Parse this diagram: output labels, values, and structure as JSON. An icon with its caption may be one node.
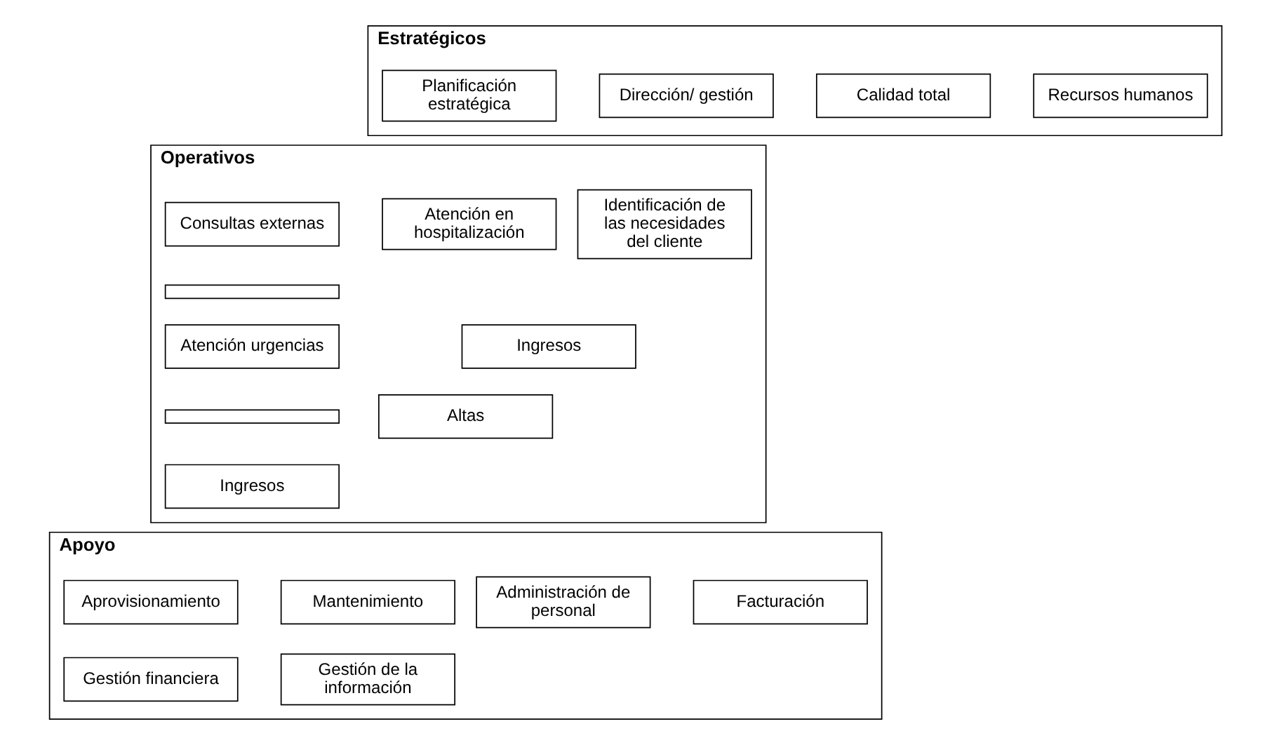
{
  "diagram": {
    "nodes": [
      {
        "text": [
          "Estratégicos"
        ]
      },
      {
        "text": [
          "Planificación estratégica"
        ],
        "in": 0
      },
      {
        "text": [
          "Dirección/ gestión"
        ],
        "in": 0
      },
      {
        "text": [
          "Calidad total"
        ],
        "in": 0
      },
      {
        "text": [
          "Recursos humanos"
        ],
        "in": 0
      },
      {
        "text": [
          "Operativos"
        ]
      },
      {
        "text": [
          "Identificación de las necesidades del cliente"
        ],
        "in": 5
      },
      {
        "text": [
          "Consultas externas"
        ],
        "in": 5
      },
      {
        "text": [],
        "shape": "box",
        "in": 5
      },
      {
        "text": [
          "Atención urgencias"
        ],
        "in": 5
      },
      {
        "text": [],
        "shape": "box",
        "in": 5
      },
      {
        "text": [
          "Ingresos"
        ],
        "in": 5
      },
      {
        "text": [
          "Atención en hospitalización"
        ],
        "in": 5
      },
      {
        "text": [
          "Ingresos"
        ],
        "in": 5
      },
      {
        "text": [
          "Altas"
        ],
        "in": 5
      },
      {
        "text": [
          "Apoyo"
        ]
      },
      {
        "text": [
          "Aprovisionamiento"
        ],
        "in": 15
      },
      {
        "text": [
          "Mantenimiento"
        ],
        "in": 15
      },
      {
        "text": [
          "Facturación"
        ],
        "in": 15
      },
      {
        "text": [
          "Administración de personal"
        ],
        "in": 15
      },
      {
        "text": [
          "Gestión financiera"
        ],
        "in": 15
      },
      {
        "text": [
          "Gestión de la información"
        ],
        "in": 15
      }
    ],
    "edges": []
  }
}
